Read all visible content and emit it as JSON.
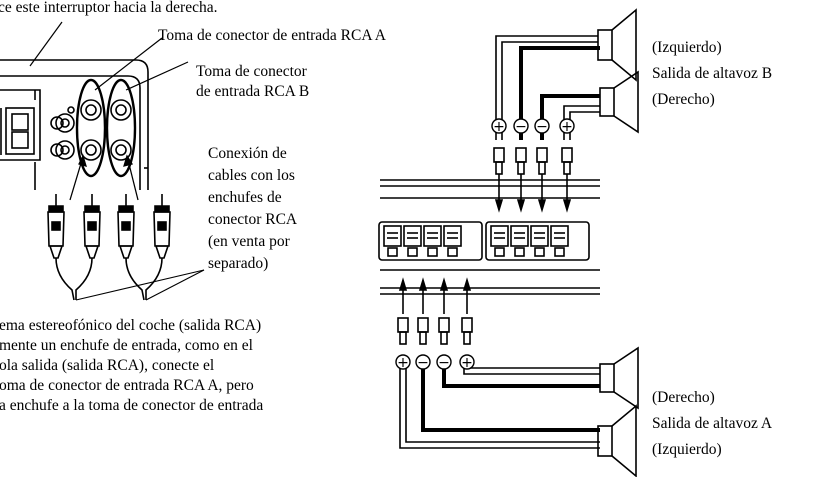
{
  "left": {
    "switch_note": "ce este interruptor hacia la derecha.",
    "rca_a_label": "Toma de conector de entrada RCA A",
    "rca_b_label": [
      "Toma de conector",
      "de entrada RCA B"
    ],
    "cable_connection": [
      "Conexión de",
      "cables con los",
      "enchufes de",
      "conector RCA",
      "(en venta por",
      "separado)"
    ],
    "note": [
      "ema estereofónico del coche (salida RCA)",
      "mente un enchufe de entrada, como en el",
      "ola salida (salida RCA), conecte el",
      "oma de conector de entrada RCA A, pero",
      "a enchufe a la toma de conector de entrada"
    ]
  },
  "right": {
    "speaker_b": {
      "left": "(Izquierdo)",
      "title": "Salida de altavoz B",
      "right": "(Derecho)"
    },
    "speaker_a": {
      "right": "(Derecho)",
      "title": "Salida de altavoz A",
      "left": "(Izquierdo)"
    },
    "polarity_top": [
      "+",
      "−",
      "−",
      "+"
    ],
    "polarity_bottom": [
      "+",
      "−",
      "−",
      "+"
    ]
  }
}
